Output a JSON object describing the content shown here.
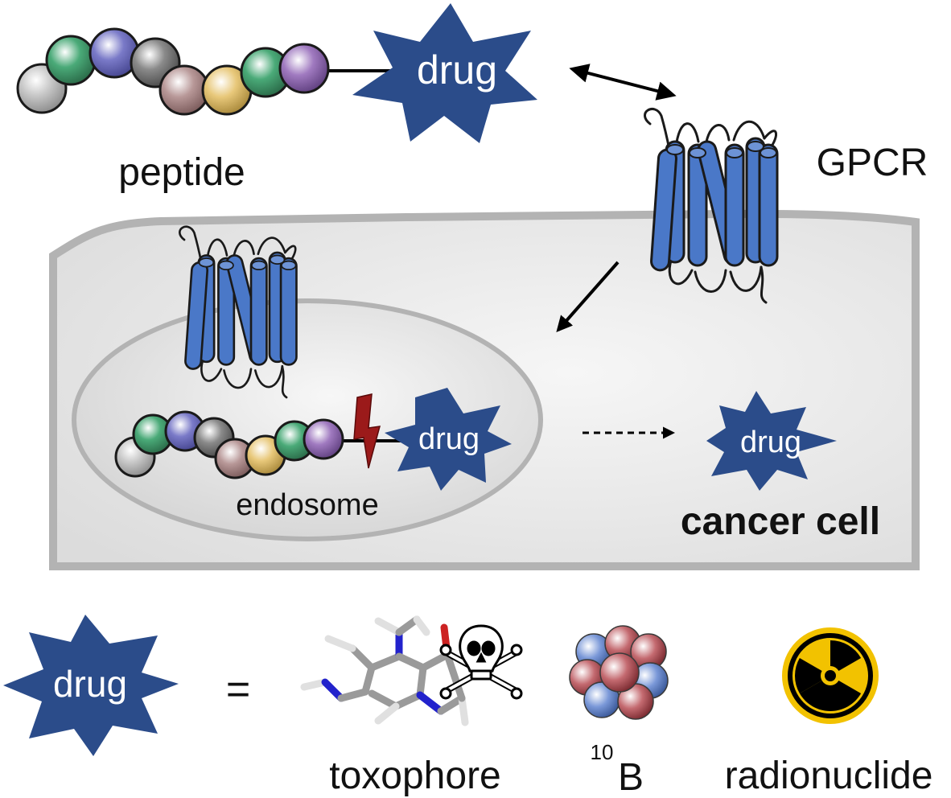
{
  "labels": {
    "drug_top": "drug",
    "peptide": "peptide",
    "gpcr": "GPCR",
    "drug_endosome": "drug",
    "endosome": "endosome",
    "drug_free": "drug",
    "cancer_cell": "cancer cell",
    "drug_legend": "drug",
    "equals": "=",
    "toxophore": "toxophore",
    "boron_mass": "10",
    "boron_symbol": "B",
    "radionuclide": "radionuclide"
  },
  "colors": {
    "drug_fill": "#2b4c8a",
    "gpcr_fill": "#4a78c8",
    "cell_fill": "#ececec",
    "cell_border": "#b3b3b3",
    "cleavage_bolt": "#9b1a1a",
    "radiation_yellow": "#f2c200"
  },
  "peptide_beads": [
    "#c8c8c8",
    "#4aaa78",
    "#7a7ac8",
    "#8a8a8a",
    "#b89898",
    "#e8c87a",
    "#4aaa78",
    "#a07ac0"
  ],
  "icons": {
    "drug": "starburst-icon",
    "receptor": "gpcr-receptor-icon",
    "toxophore": "skull-crossbones-icon",
    "boron": "boron-cluster-icon",
    "radionuclide": "radiation-trefoil-icon"
  }
}
